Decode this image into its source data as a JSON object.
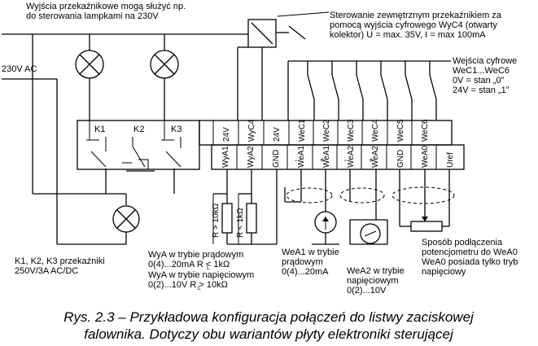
{
  "notes": {
    "relay_outputs": [
      "Wyjścia przekaźnikowe mogą służyć np.",
      "do sterowania lampkami na 230V"
    ],
    "ext_control": [
      "Sterowanie zewnętrznym przekaźnikiem za",
      "pomocą wyjścia cyfrowego WyC4 (otwarty",
      "kolektor) U = max. 35V, I = max 100mA"
    ],
    "digital_inputs": [
      "Wejścia cyfrowe",
      "WeC1...WeC6",
      "0V = stan „0”",
      "24V = stan „1”"
    ],
    "supply": "230V AC",
    "relays_note": [
      "K1, K2, K3 przekaźniki",
      "250V/3A AC/DC"
    ],
    "wya_note": [
      "WyA w  trybie prądowym",
      "0(4)...20mA R  < 1kΩ",
      "WyA w  trybie napięciowym",
      "0(2)...10V R  > 10kΩ"
    ],
    "wea1_note": [
      "WeA1 w  trybie",
      "prądowym",
      "0(4)...20mA"
    ],
    "wea2_note": [
      "WeA2 w  trybie",
      "napięciowym",
      "0(2)...10V"
    ],
    "pot_note": [
      "Sposób podłączenia",
      "potencjometru do WeA0",
      "WeA0 posiada tylko tryb",
      "napięciowy"
    ],
    "res1": "R  > 10kΩ",
    "res2": "R  < 1kΩ",
    "sub_l": "L"
  },
  "relays": [
    "K1",
    "K2",
    "K3"
  ],
  "upper_terminals": [
    "24V",
    "WyC4",
    "24V",
    "WeC1",
    "WeC2",
    "WeC3",
    "WeC4",
    "WeC5",
    "WeC6"
  ],
  "lower_terminals": [
    "WyA1",
    "WyA2",
    "GND",
    "WeA1",
    "WeA1",
    "WeA2",
    "WeA2",
    "GND",
    "WeA0",
    "Uref"
  ],
  "lower_signs": [
    "-",
    "+",
    "-",
    "+"
  ],
  "caption": [
    "Rys. 2.3 – Przykładowa konfiguracja połączeń do listwy zaciskowej",
    "falownika. Dotyczy obu wariantów płyty elektroniki sterującej"
  ]
}
